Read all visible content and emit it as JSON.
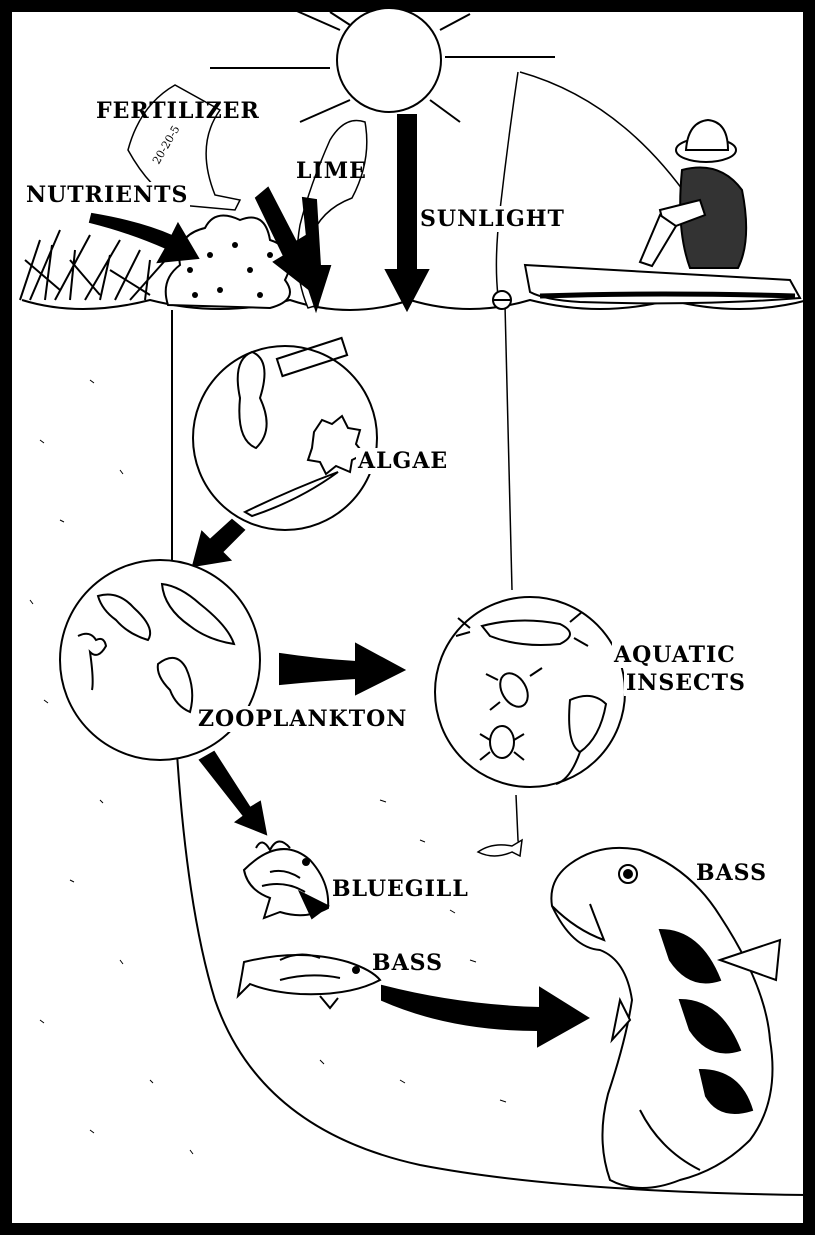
{
  "labels": {
    "fertilizer": "FERTILIZER",
    "bag_print": "20-20-5",
    "lime": "LIME",
    "nutrients": "NUTRIENTS",
    "sunlight": "SUNLIGHT",
    "algae": "ALGAE",
    "zooplankton": "ZOOPLANKTON",
    "aquatic_insects_line1": "AQUATIC",
    "aquatic_insects_line2": "INSECTS",
    "bluegill": "BLUEGILL",
    "bass_small": "BASS",
    "bass_large": "BASS"
  },
  "colors": {
    "ink": "#000000",
    "paper": "#ffffff"
  }
}
